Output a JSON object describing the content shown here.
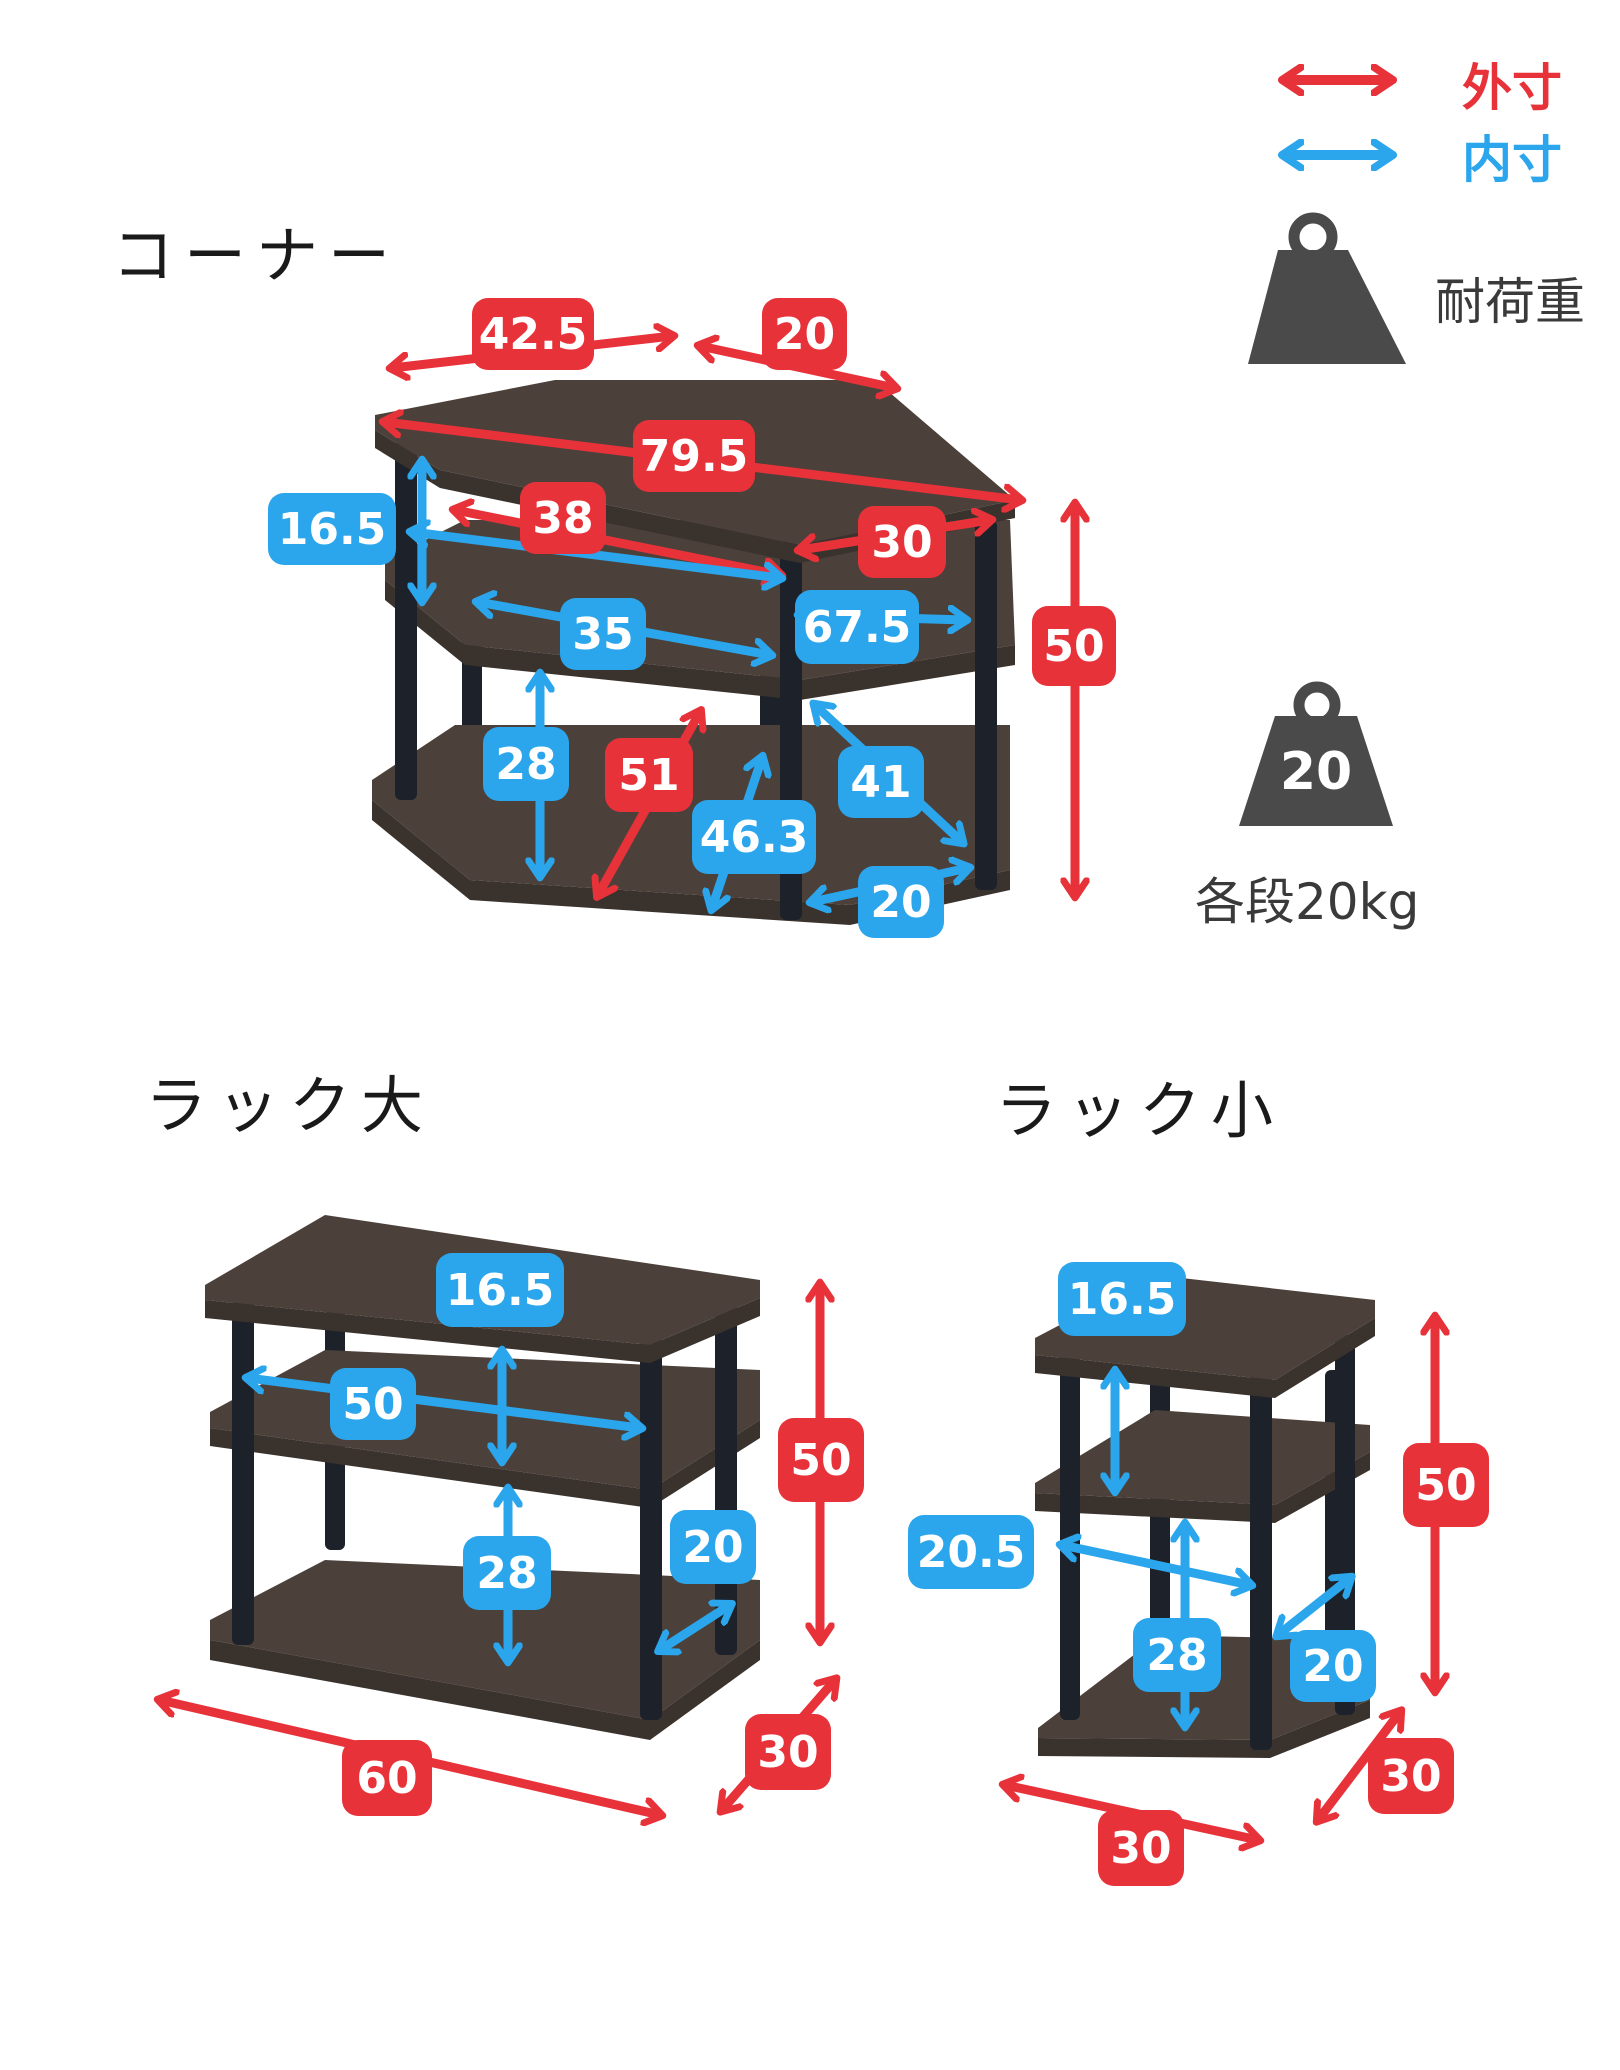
{
  "colors": {
    "outer": "#e8323a",
    "inner": "#2ba6ec",
    "weight": "#4a4a4a",
    "wood": "#4c413a",
    "leg": "#1d222a"
  },
  "legend": {
    "outer_label": "外寸",
    "inner_label": "内寸",
    "load_label": "耐荷重",
    "weight_icon": "weight-icon"
  },
  "corner": {
    "title": "コーナー",
    "top_left": "42.5",
    "top_right": "20",
    "diagonal": "79.5",
    "height_top": "16.5",
    "inner_38": "38",
    "side_30": "30",
    "inner_35": "35",
    "inner_67": "67.5",
    "height": "50",
    "height_28": "28",
    "depth_51": "51",
    "inner_463": "46.3",
    "side_41": "41",
    "bottom_20": "20",
    "load_value": "20",
    "load_note": "各段20kg"
  },
  "rack_large": {
    "title": "ラック大",
    "h_top": "16.5",
    "inner_w": "50",
    "height": "50",
    "h_bottom": "28",
    "inner_d": "20",
    "width": "60",
    "depth": "30"
  },
  "rack_small": {
    "title": "ラック小",
    "h_top": "16.5",
    "height": "50",
    "inner_w": "20.5",
    "h_bottom": "28",
    "inner_d": "20",
    "width": "30",
    "depth": "30"
  }
}
